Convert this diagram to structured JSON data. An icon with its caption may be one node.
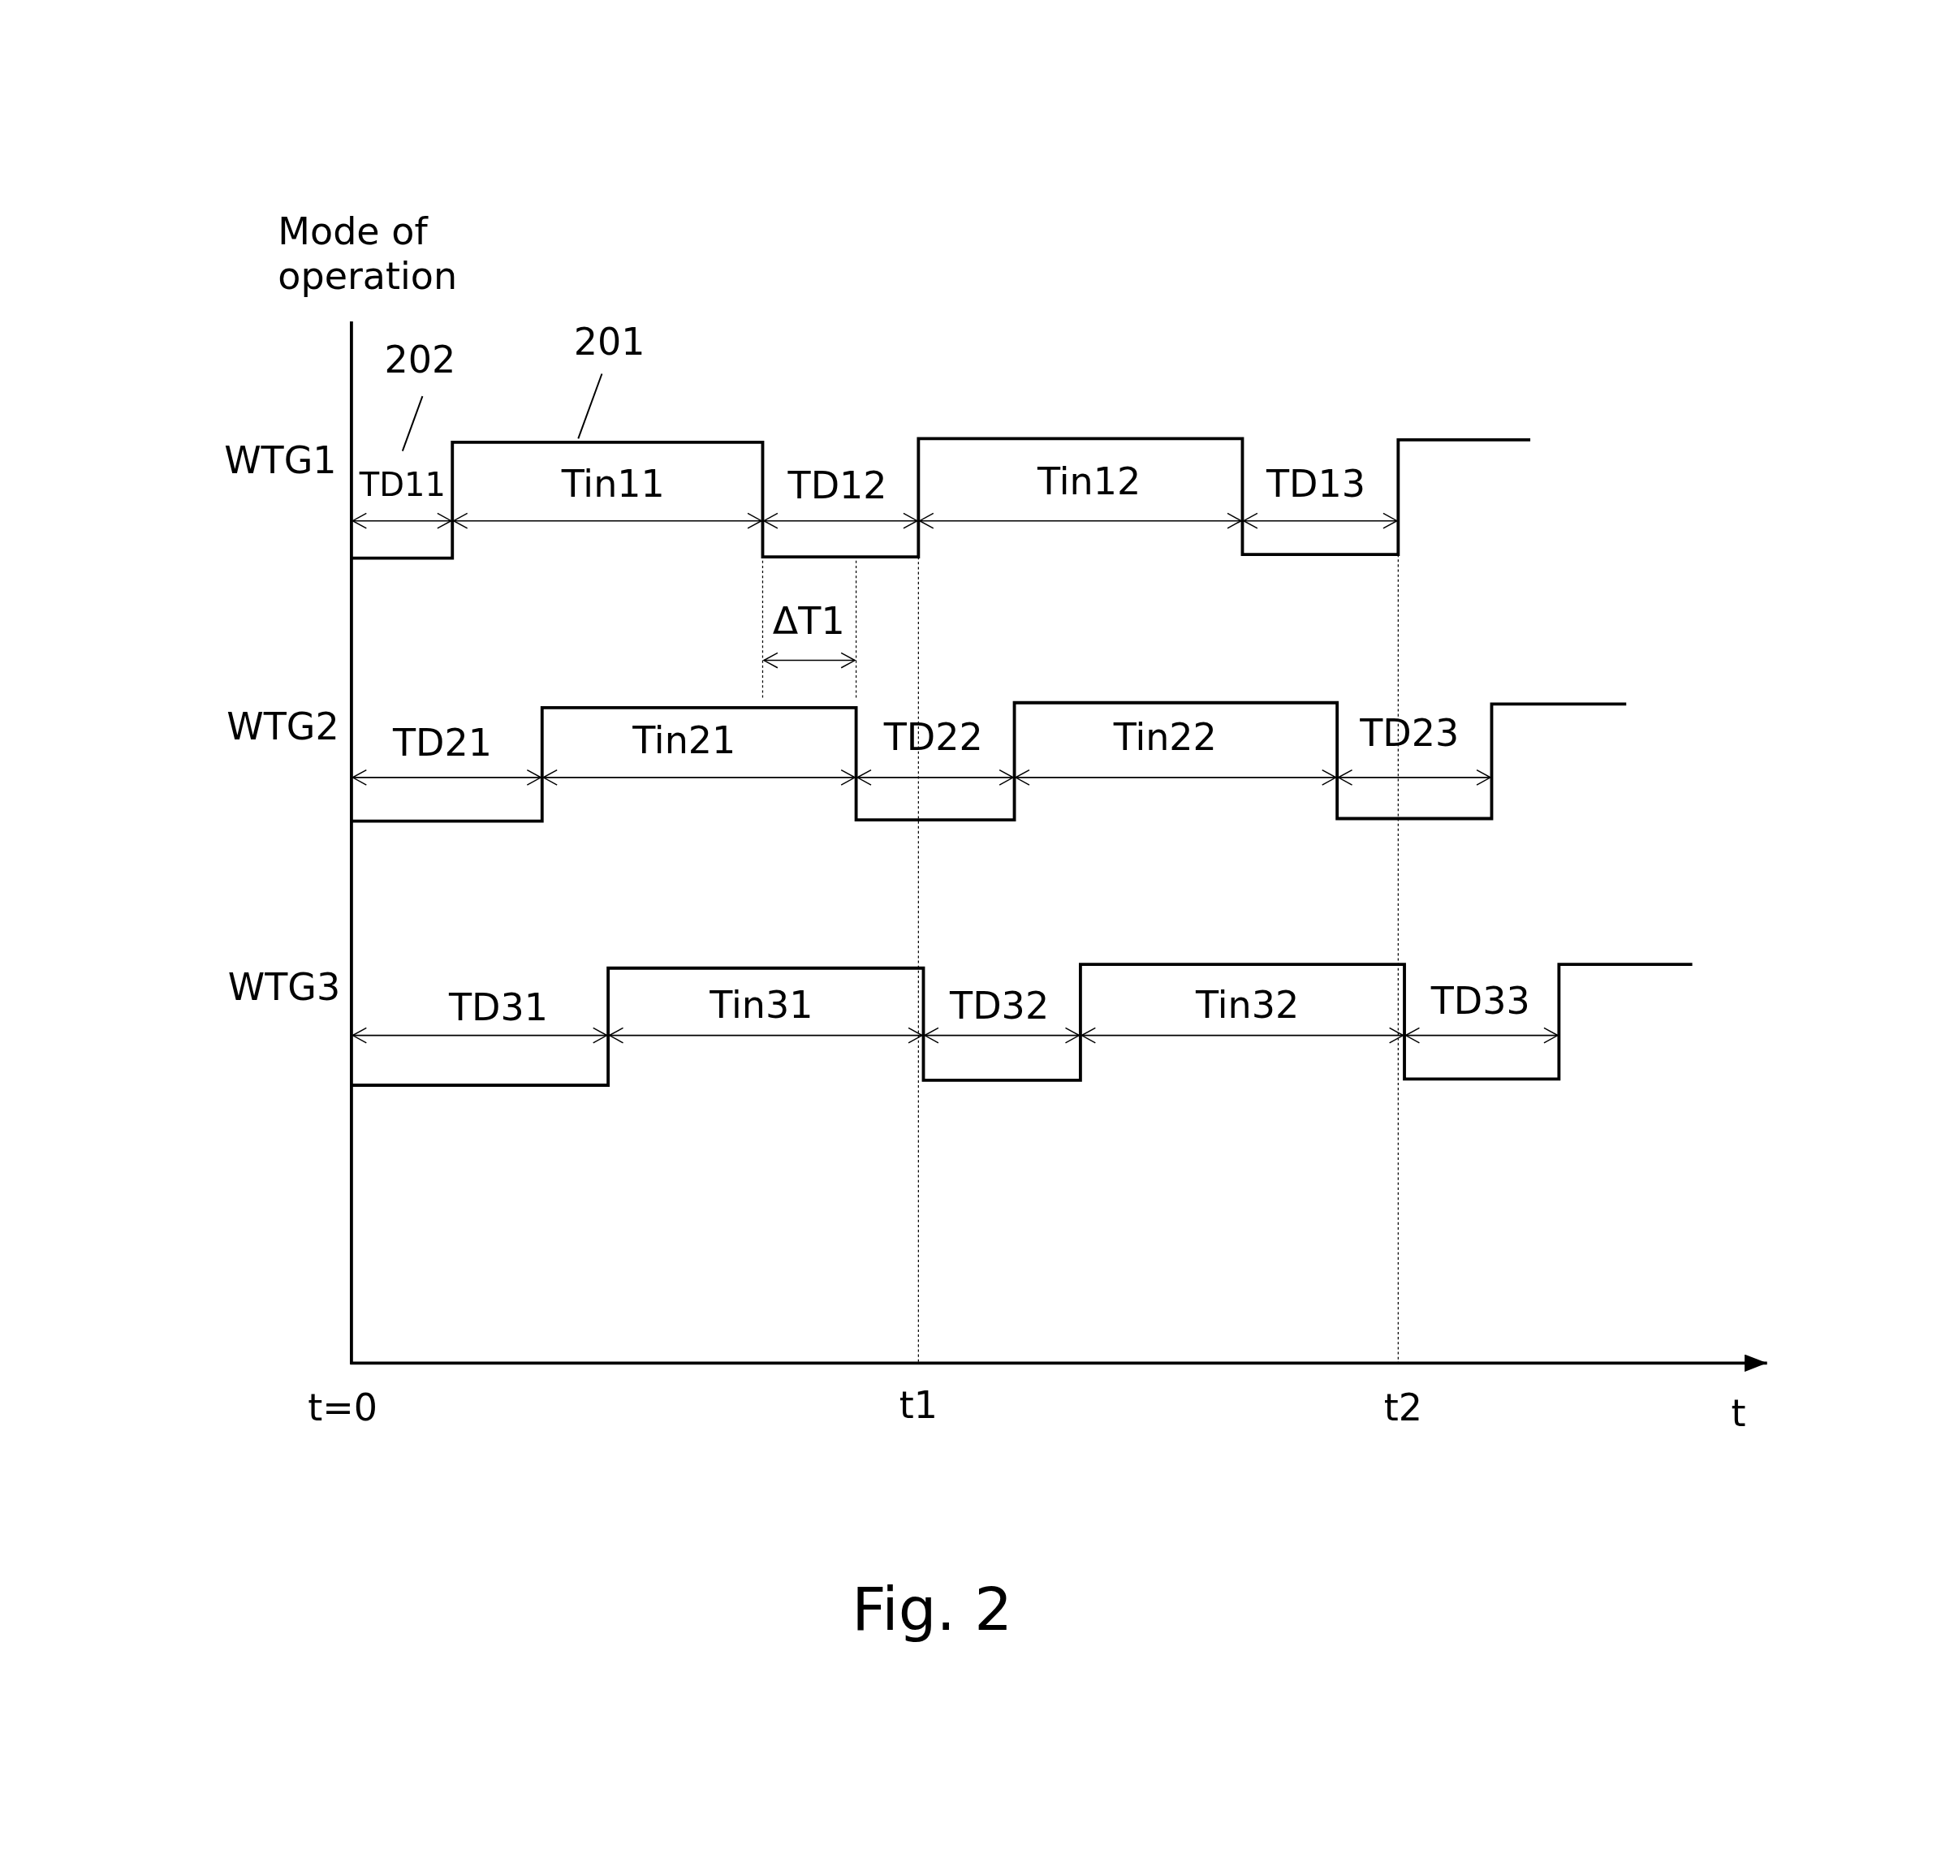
{
  "diagram": {
    "caption": "Fig. 2",
    "nodes": [
      {
        "text": [
          "202"
        ]
      },
      {
        "text": [
          "201"
        ]
      },
      {
        "text": [],
        "shape": "line",
        "beside": [
          "WTG1"
        ]
      }
    ],
    "edges": [
      {
        "from": 0,
        "to": 2,
        "arrow": "none"
      },
      {
        "from": 1,
        "to": 2,
        "arrow": "none"
      }
    ],
    "labels": [
      "Mode of operation",
      "TD11",
      "Tin11",
      "TD12",
      "Tin12",
      "TD13",
      "ΔT1",
      "WTG2",
      "TD21",
      "Tin21",
      "TD22",
      "Tin22",
      "TD23",
      "WTG3",
      "TD31",
      "Tin31",
      "TD32",
      "Tin32",
      "TD33",
      "t=0",
      "t1",
      "t2",
      "t"
    ]
  }
}
